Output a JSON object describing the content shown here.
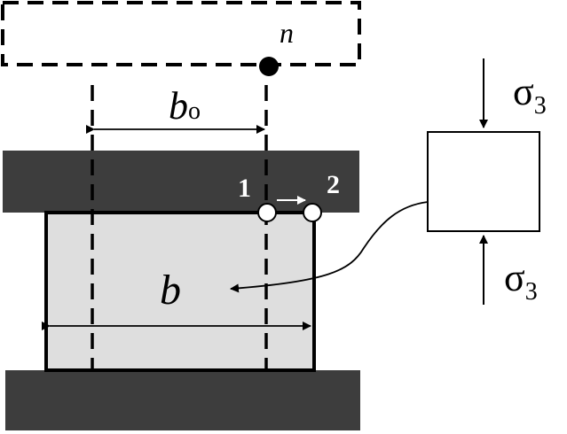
{
  "labels": {
    "n": "n",
    "b0_main": "b",
    "b0_sub": "o",
    "b": "b",
    "point1": "1",
    "point2": "2",
    "sigma_top_main": "σ",
    "sigma_top_sub": "3",
    "sigma_bottom_main": "σ",
    "sigma_bottom_sub": "3"
  },
  "colors": {
    "plate": "#3d3d3d",
    "specimen_fill": "#dedede",
    "outline": "#000000",
    "point_fill": "#ffffff",
    "arrow_1_2": "#ffffff"
  }
}
